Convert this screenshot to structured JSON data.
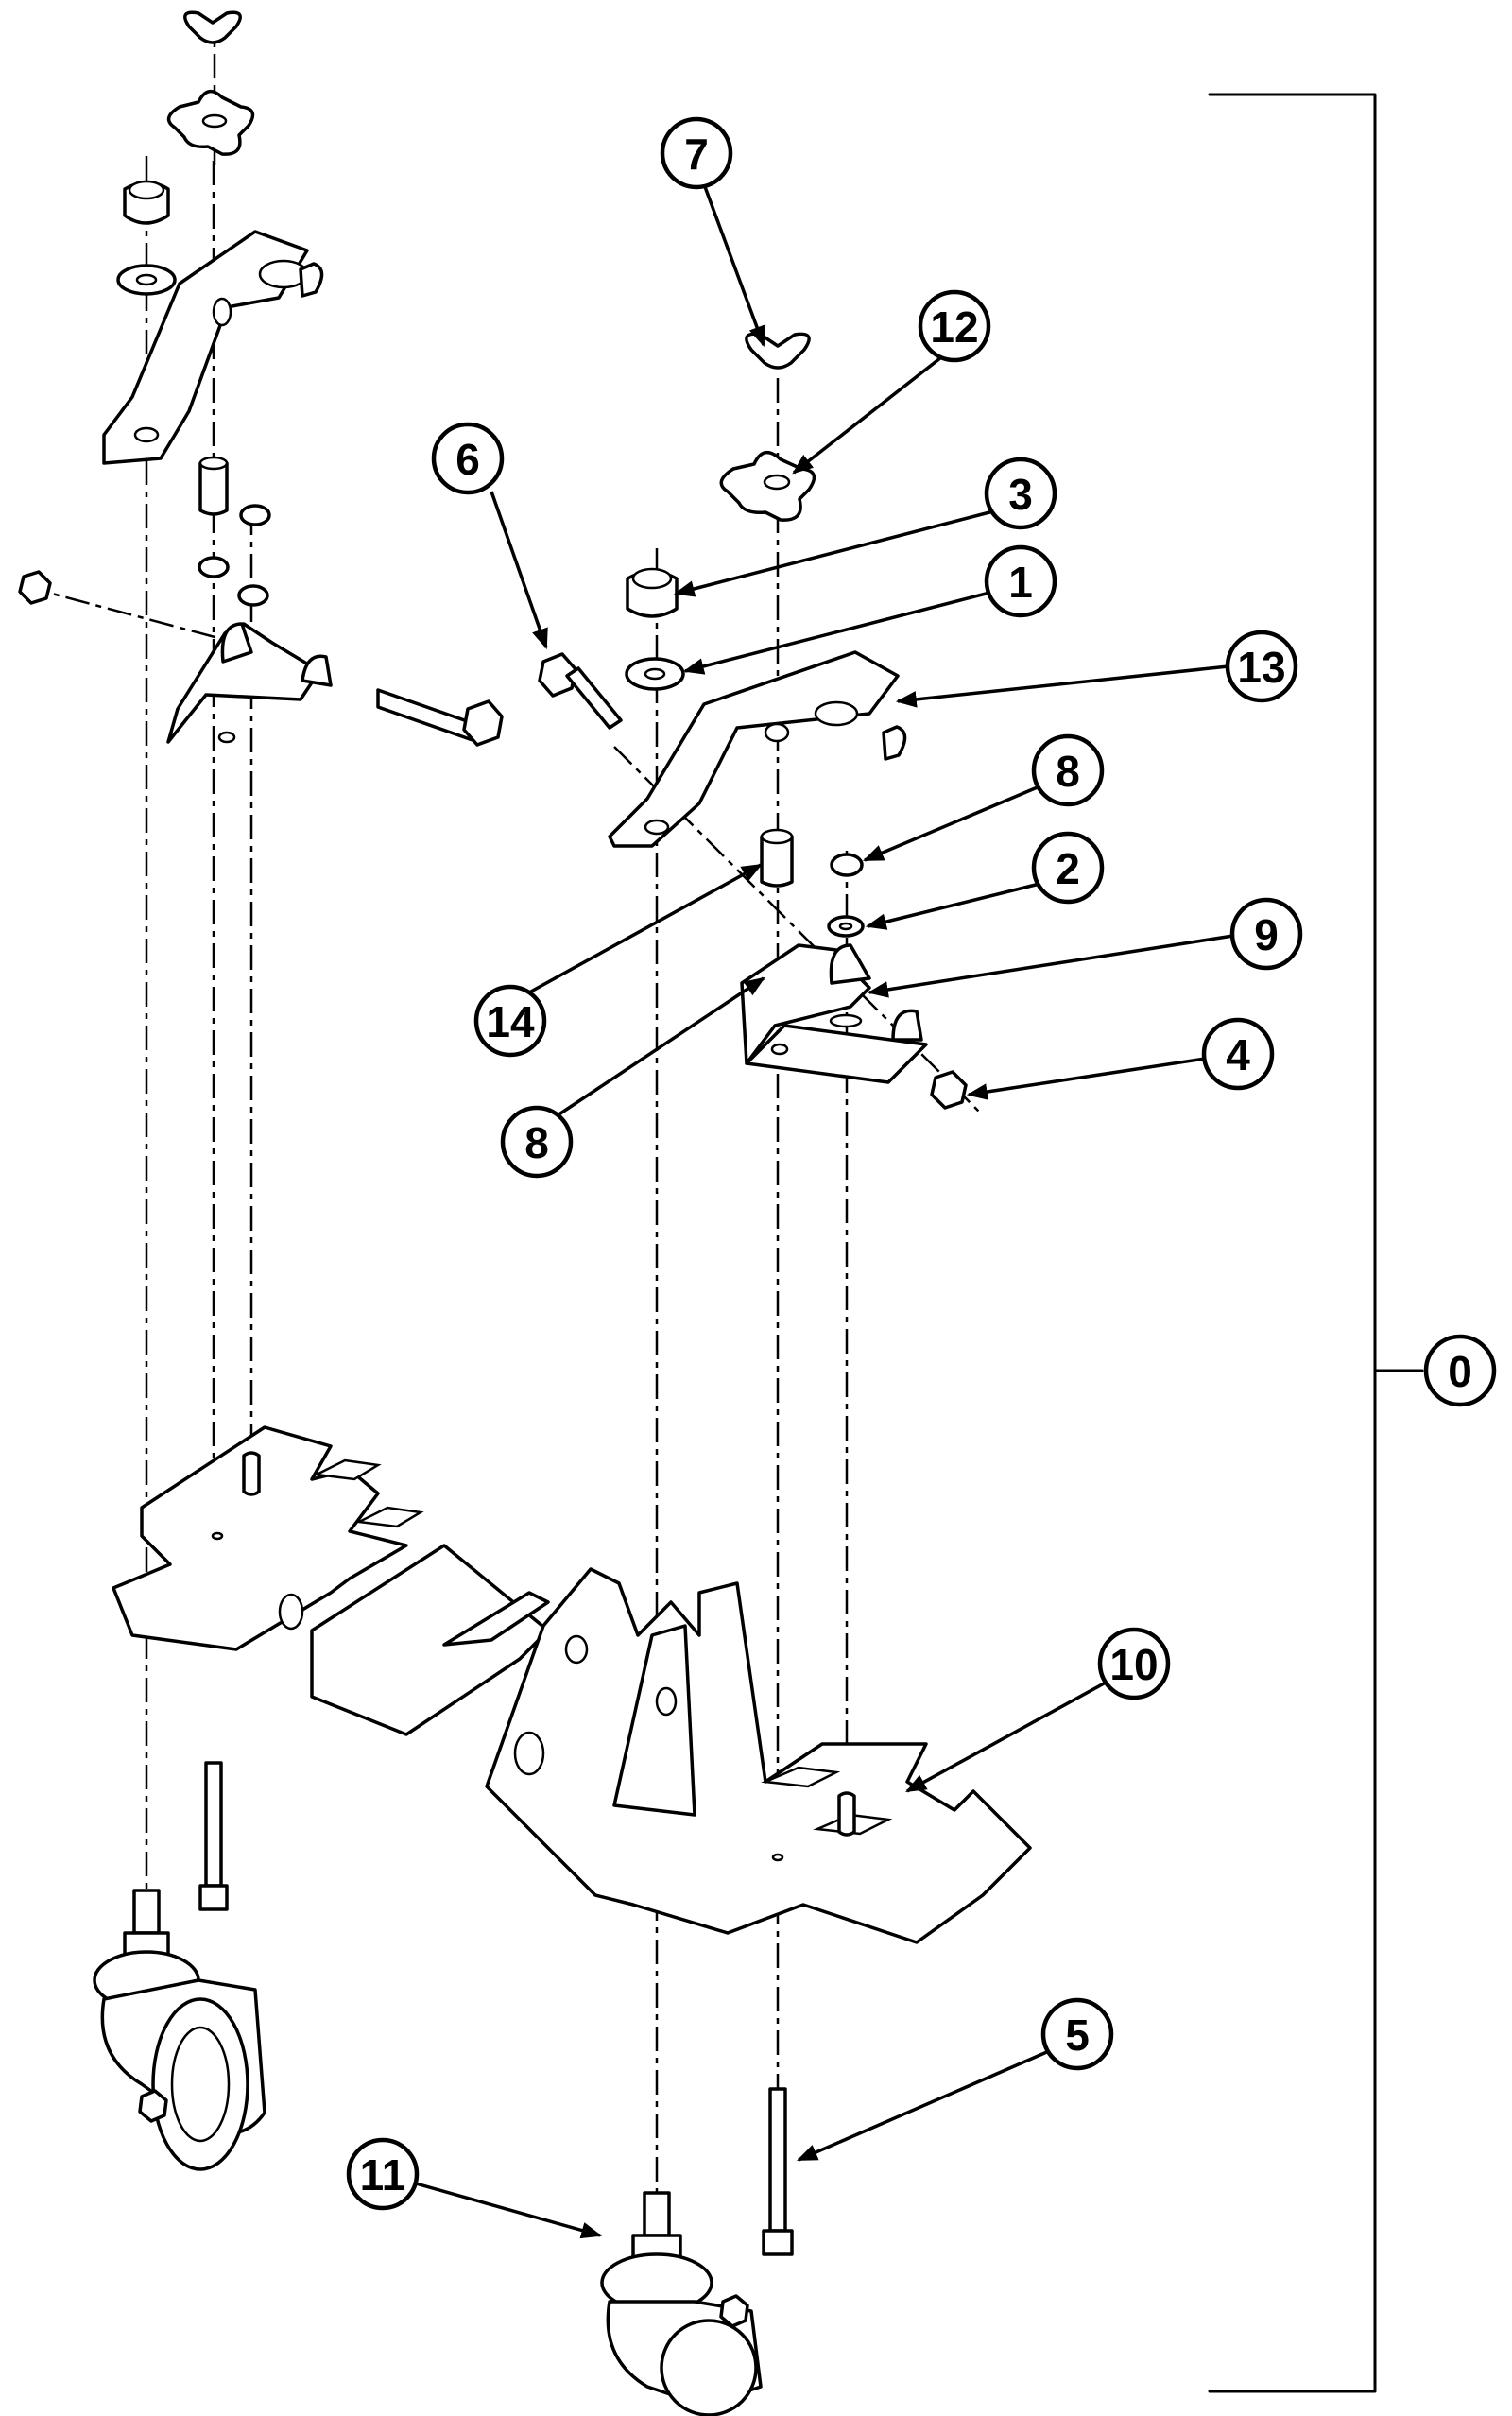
{
  "callouts": [
    {
      "id": "c0",
      "label": "0"
    },
    {
      "id": "c1",
      "label": "1"
    },
    {
      "id": "c2",
      "label": "2"
    },
    {
      "id": "c3",
      "label": "3"
    },
    {
      "id": "c4",
      "label": "4"
    },
    {
      "id": "c5",
      "label": "5"
    },
    {
      "id": "c6",
      "label": "6"
    },
    {
      "id": "c7",
      "label": "7"
    },
    {
      "id": "c8a",
      "label": "8"
    },
    {
      "id": "c8b",
      "label": "8"
    },
    {
      "id": "c9",
      "label": "9"
    },
    {
      "id": "c10",
      "label": "10"
    },
    {
      "id": "c11",
      "label": "11"
    },
    {
      "id": "c12",
      "label": "12"
    },
    {
      "id": "c13",
      "label": "13"
    },
    {
      "id": "c14",
      "label": "14"
    }
  ]
}
